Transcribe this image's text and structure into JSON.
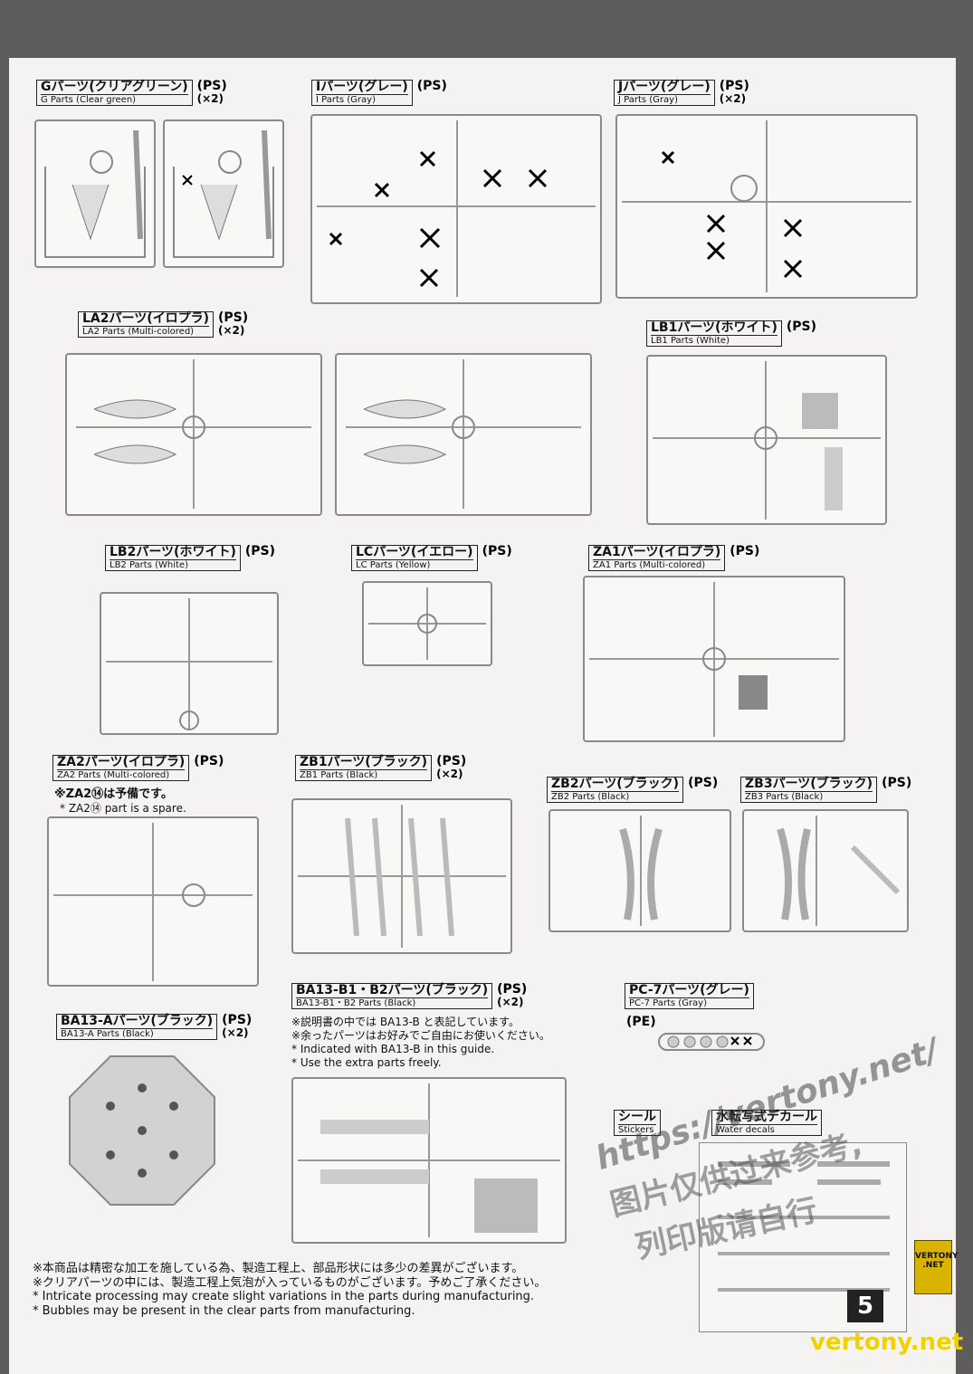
{
  "page_number": "5",
  "sections": {
    "g": {
      "jp": "Gパーツ(クリアグリーン)",
      "en": "G Parts (Clear green)",
      "material": "(PS)",
      "qty": "(×2)"
    },
    "i": {
      "jp": "Iパーツ(グレー)",
      "en": "I Parts (Gray)",
      "material": "(PS)"
    },
    "j": {
      "jp": "Jパーツ(グレー)",
      "en": "J Parts (Gray)",
      "material": "(PS)",
      "qty": "(×2)"
    },
    "la2": {
      "jp": "LA2パーツ(イロプラ)",
      "en": "LA2 Parts (Multi-colored)",
      "material": "(PS)",
      "qty": "(×2)"
    },
    "lb1": {
      "jp": "LB1パーツ(ホワイト)",
      "en": "LB1 Parts (White)",
      "material": "(PS)"
    },
    "lb2": {
      "jp": "LB2パーツ(ホワイト)",
      "en": "LB2 Parts (White)",
      "material": "(PS)"
    },
    "lc": {
      "jp": "LCパーツ(イエロー)",
      "en": "LC Parts (Yellow)",
      "material": "(PS)"
    },
    "za1": {
      "jp": "ZA1パーツ(イロプラ)",
      "en": "ZA1 Parts (Multi-colored)",
      "material": "(PS)"
    },
    "za2": {
      "jp": "ZA2パーツ(イロプラ)",
      "en": "ZA2 Parts (Multi-colored)",
      "material": "(PS)",
      "note_jp": "※ZA2⑭は予備です。",
      "note_en": "* ZA2⑭ part is a spare."
    },
    "zb1": {
      "jp": "ZB1パーツ(ブラック)",
      "en": "ZB1 Parts (Black)",
      "material": "(PS)",
      "qty": "(×2)"
    },
    "zb2": {
      "jp": "ZB2パーツ(ブラック)",
      "en": "ZB2 Parts (Black)",
      "material": "(PS)"
    },
    "zb3": {
      "jp": "ZB3パーツ(ブラック)",
      "en": "ZB3 Parts (Black)",
      "material": "(PS)"
    },
    "ba13a": {
      "jp": "BA13-Aパーツ(ブラック)",
      "en": "BA13-A Parts (Black)",
      "material": "(PS)",
      "qty": "(×2)"
    },
    "ba13b": {
      "jp": "BA13-B1・B2パーツ(ブラック)",
      "en": "BA13-B1・B2 Parts (Black)",
      "material": "(PS)",
      "qty": "(×2)",
      "notes": [
        "※説明書の中では BA13-B と表記しています。",
        "※余ったパーツはお好みでご自由にお使いください。",
        "* Indicated with BA13-B in this guide.",
        "* Use the extra parts freely."
      ]
    },
    "pc7": {
      "jp": "PC-7パーツ(グレー)",
      "en": "PC-7 Parts (Gray)",
      "material": "(PE)"
    },
    "sticker": {
      "jp": "シール",
      "en": "Stickers"
    },
    "decal": {
      "jp": "水転写式デカール",
      "en": "Water decals"
    }
  },
  "footnotes": [
    "※本商品は精密な加工を施している為、製造工程上、部品形状には多少の差異がございます。",
    "※クリアパーツの中には、製造工程上気泡が入っているものがございます。予めご了承ください。",
    "* Intricate processing may create slight variations in the parts during manufacturing.",
    "* Bubbles may be present in the clear parts from manufacturing."
  ],
  "watermarks": [
    "https://vertony.net/",
    "图片仅供过来参考,",
    "列印版请自行",
    "vertony.net"
  ],
  "badge": "VERTONY .NET"
}
